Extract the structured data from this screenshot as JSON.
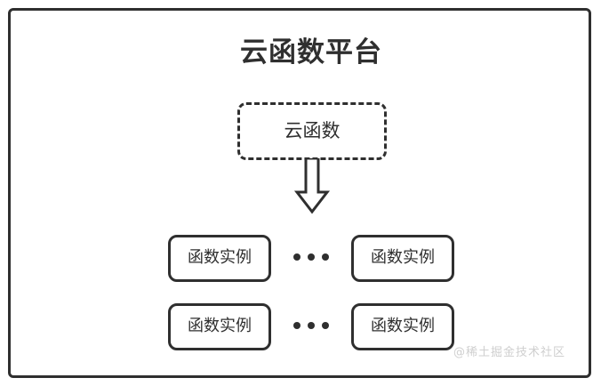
{
  "diagram": {
    "title": "云函数平台",
    "cloud_function": {
      "label": "云函数",
      "border_style": "dashed"
    },
    "arrow": {
      "icon": "down-block-arrow",
      "direction": "down"
    },
    "instance_rows": [
      {
        "left": {
          "label": "函数实例"
        },
        "ellipsis": "•••",
        "right": {
          "label": "函数实例"
        }
      },
      {
        "left": {
          "label": "函数实例"
        },
        "ellipsis": "•••",
        "right": {
          "label": "函数实例"
        }
      }
    ],
    "watermark": "@稀土掘金技术社区",
    "colors": {
      "stroke": "#2f2f2f",
      "background": "#ffffff",
      "watermark": "#cfcfcf"
    }
  }
}
